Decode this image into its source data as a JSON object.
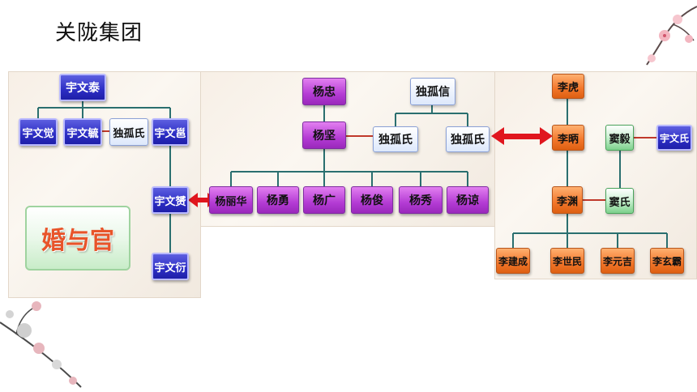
{
  "title": "关陇集团",
  "badge": "婚与官",
  "yuwen": {
    "tai": "宇文泰",
    "jue": "宇文觉",
    "yu": "宇文毓",
    "dugu": "独孤氏",
    "yong": "宇文邕",
    "yun": "宇文赟",
    "yan": "宇文衍"
  },
  "yang": {
    "zhong": "杨忠",
    "duguxin": "独孤信",
    "jian": "杨坚",
    "dugu1": "独孤氏",
    "dugu2": "独孤氏",
    "lihua": "杨丽华",
    "yong": "杨勇",
    "guang": "杨广",
    "jun": "杨俊",
    "xiu": "杨秀",
    "liang": "杨谅"
  },
  "li": {
    "hu": "李虎",
    "bing": "李昞",
    "douyi": "窦毅",
    "yuwenshi": "宇文氏",
    "yuan": "李渊",
    "doushi": "窦氏",
    "jiancheng": "李建成",
    "shimin": "李世民",
    "yuanji": "李元吉",
    "xuanba": "李玄霸"
  },
  "colors": {
    "connector": "#2a6f6f",
    "spouse_line": "#c0392b",
    "arrow": "#e0161e"
  }
}
